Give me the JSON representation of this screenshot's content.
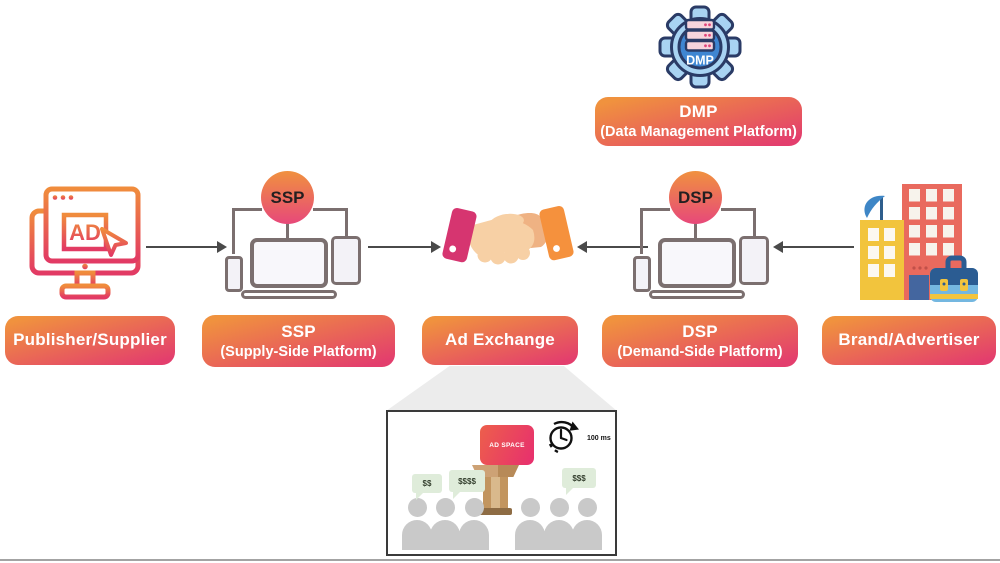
{
  "colors": {
    "label_gradient_top": "#F0923E",
    "label_gradient_bottom": "#E33E6D",
    "arrow": "#4A4A4A",
    "device_outline": "#7B6F6F",
    "bubble_bg": "#DFECDA",
    "person_gray": "#C9C9C9",
    "gear_blue": "#A8D3F2",
    "gear_inner_blue": "#3F86D2",
    "sleeve_pink": "#D63570",
    "sleeve_orange": "#F5913D"
  },
  "dmp": {
    "icon": "gear-database-icon",
    "icon_text": "DMP",
    "label_title": "DMP",
    "label_subtitle": "(Data Management Platform)"
  },
  "publisher": {
    "icon": "monitor-ad-cursor-icon",
    "icon_text": "AD",
    "label_title": "Publisher/Supplier"
  },
  "ssp": {
    "icon": "device-cluster-icon",
    "badge": "SSP",
    "label_title": "SSP",
    "label_subtitle": "(Supply-Side Platform)"
  },
  "ad_exchange": {
    "icon": "handshake-icon",
    "label_title": "Ad Exchange"
  },
  "dsp": {
    "icon": "device-cluster-icon",
    "badge": "DSP",
    "label_title": "DSP",
    "label_subtitle": "(Demand-Side Platform)"
  },
  "brand": {
    "icon": "buildings-briefcase-icon",
    "label_title": "Brand/Advertiser"
  },
  "auction": {
    "podium_sign": "AD SPACE",
    "timer_icon": "stopwatch-icon",
    "timer_label": "100 ms",
    "bids": [
      {
        "text": "$$"
      },
      {
        "text": "$$$$"
      },
      {
        "text": "$$$"
      }
    ]
  }
}
